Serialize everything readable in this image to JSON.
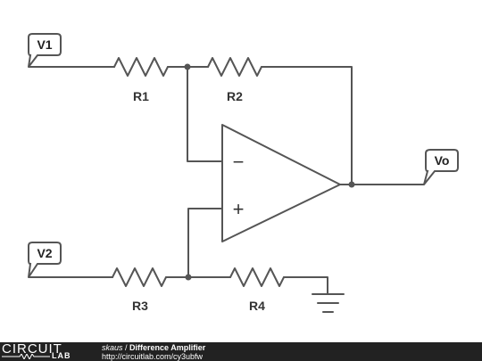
{
  "circuit": {
    "components": {
      "R1": "R1",
      "R2": "R2",
      "R3": "R3",
      "R4": "R4"
    },
    "nodes": {
      "V1": "V1",
      "V2": "V2",
      "Vo": "Vo"
    },
    "opamp": {
      "minus": "−",
      "plus": "+"
    },
    "colors": {
      "wire": "#555555",
      "node_fill": "#ffffff",
      "node_border": "#555555"
    }
  },
  "footer": {
    "logo_top": "CIRCUIT",
    "logo_bottom": "LAB",
    "author": "skaus",
    "separator": " / ",
    "title": "Difference Amplifier",
    "url": "http://circuitlab.com/cy3ubfw"
  }
}
